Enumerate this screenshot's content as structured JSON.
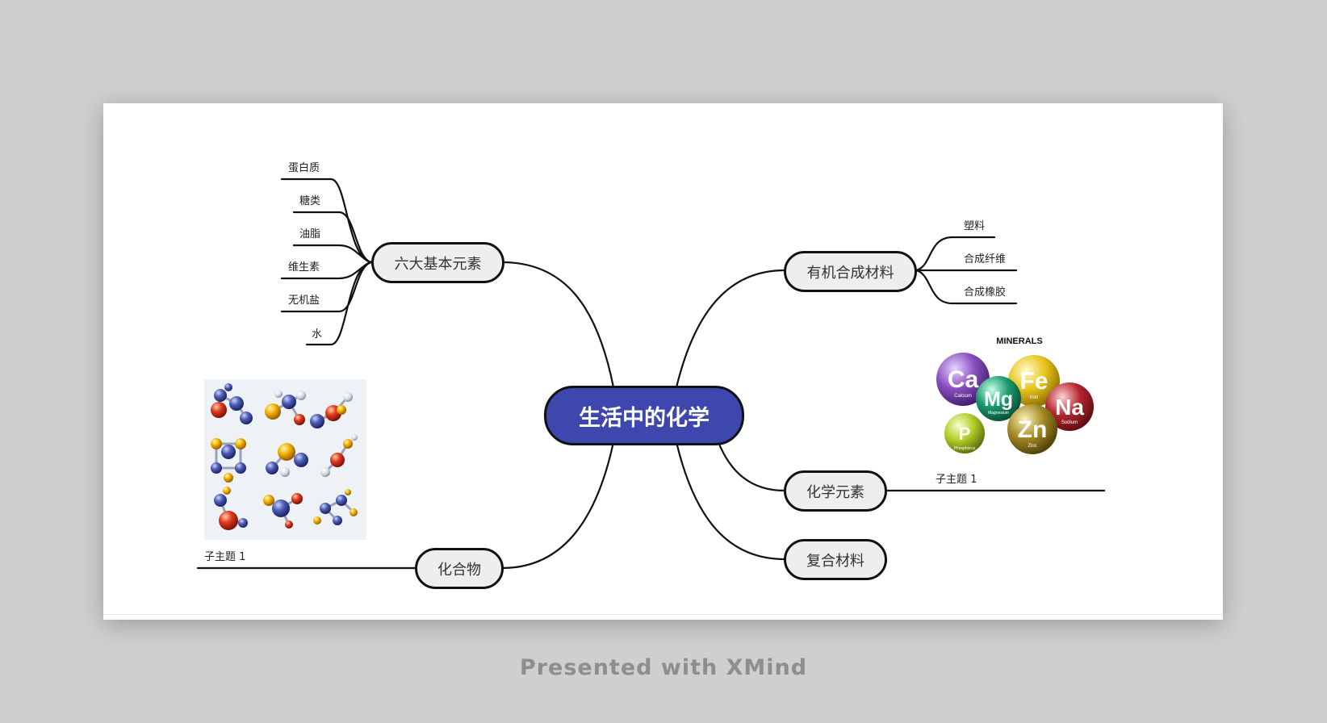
{
  "mindmap": {
    "central_topic": "生活中的化学",
    "topics": [
      {
        "label": "六大基本元素",
        "subtopics": [
          "蛋白质",
          "糖类",
          "油脂",
          "维生素",
          "无机盐",
          "水"
        ]
      },
      {
        "label": "有机合成材料",
        "subtopics": [
          "塑料",
          "合成纤维",
          "合成橡胶"
        ]
      },
      {
        "label": "化学元素",
        "subtopics": [
          "子主题 1"
        ]
      },
      {
        "label": "化合物",
        "subtopics": [
          "子主题 1"
        ]
      },
      {
        "label": "复合材料",
        "subtopics": []
      }
    ]
  },
  "minerals_image": {
    "title": "MINERALS",
    "balls": [
      {
        "symbol": "Ca",
        "name": "Calcium",
        "color": "#8a4fbf"
      },
      {
        "symbol": "Mg",
        "name": "Magnesium",
        "color": "#1a9a6e"
      },
      {
        "symbol": "Fe",
        "name": "Iron",
        "color": "#e7c31a"
      },
      {
        "symbol": "Na",
        "name": "Sodium",
        "color": "#b3262f"
      },
      {
        "symbol": "P",
        "name": "Phosphorus",
        "color": "#b4cc2a"
      },
      {
        "symbol": "Zn",
        "name": "Zinc",
        "color": "#a38a24"
      }
    ]
  },
  "footer": "Presented with XMind",
  "colors": {
    "central_fill": "#3d47ae",
    "node_fill": "#eeeeee",
    "line": "#111111",
    "background": "#cfcfcf"
  }
}
